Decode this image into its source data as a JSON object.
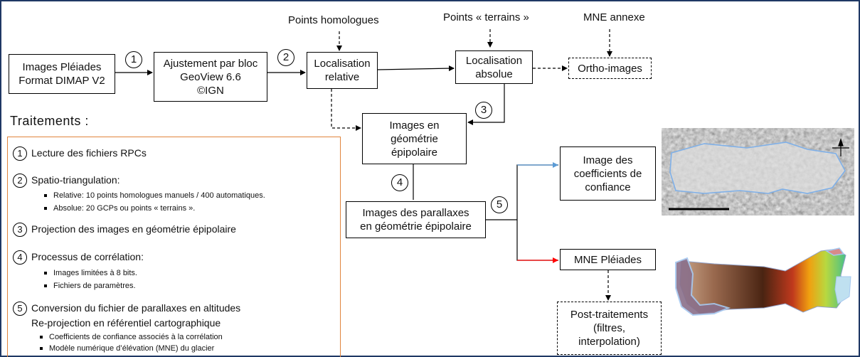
{
  "inputs": {
    "homologous": "Points homologues",
    "ground": "Points « terrains »",
    "dem": "MNE annexe"
  },
  "boxes": {
    "images": "Images Pléiades\nFormat DIMAP V2",
    "bundle": "Ajustement par bloc\nGeoView 6.6\n©IGN",
    "relative": "Localisation\nrelative",
    "absolute": "Localisation\nabsolue",
    "ortho": "Ortho-images",
    "epipolar": "Images en\ngéométrie\népipolaire",
    "parallax": "Images des parallaxes\nen géométrie épipolaire",
    "confidence": "Image des\ncoefficients de\nconfiance",
    "mne": "MNE Pléiades",
    "post": "Post-traitements\n(filtres,\ninterpolation)"
  },
  "step_numbers": [
    "1",
    "2",
    "3",
    "4",
    "5"
  ],
  "treatments": {
    "title": "Traitements :",
    "steps": [
      {
        "num": "1",
        "label": "Lecture des fichiers RPCs",
        "subs": []
      },
      {
        "num": "2",
        "label": "Spatio-triangulation:",
        "subs": [
          "Relative: 10 points homologues manuels / 400 automatiques.",
          "Absolue: 20 GCPs ou points « terrains »."
        ]
      },
      {
        "num": "3",
        "label": "Projection des images en géométrie épipolaire",
        "subs": []
      },
      {
        "num": "4",
        "label": "Processus de corrélation:",
        "subs": [
          "Images limitées à 8 bits.",
          "Fichiers de paramètres."
        ]
      },
      {
        "num": "5",
        "label": "Conversion du fichier de parallaxes en altitudes",
        "subs": []
      }
    ],
    "reprojection": "Re-projection en référentiel cartographique",
    "reprojection_subs": [
      "Coefficients de confiance associés à la corrélation",
      "Modèle numérique d’élévation (MNE) du glacier"
    ]
  },
  "colors": {
    "frame": "#1f3864",
    "panel_border": "#e0843c",
    "arrow_blue": "#5b9bd5",
    "arrow_red": "#ff0000",
    "glacier_outline": "#7fb0e8"
  }
}
